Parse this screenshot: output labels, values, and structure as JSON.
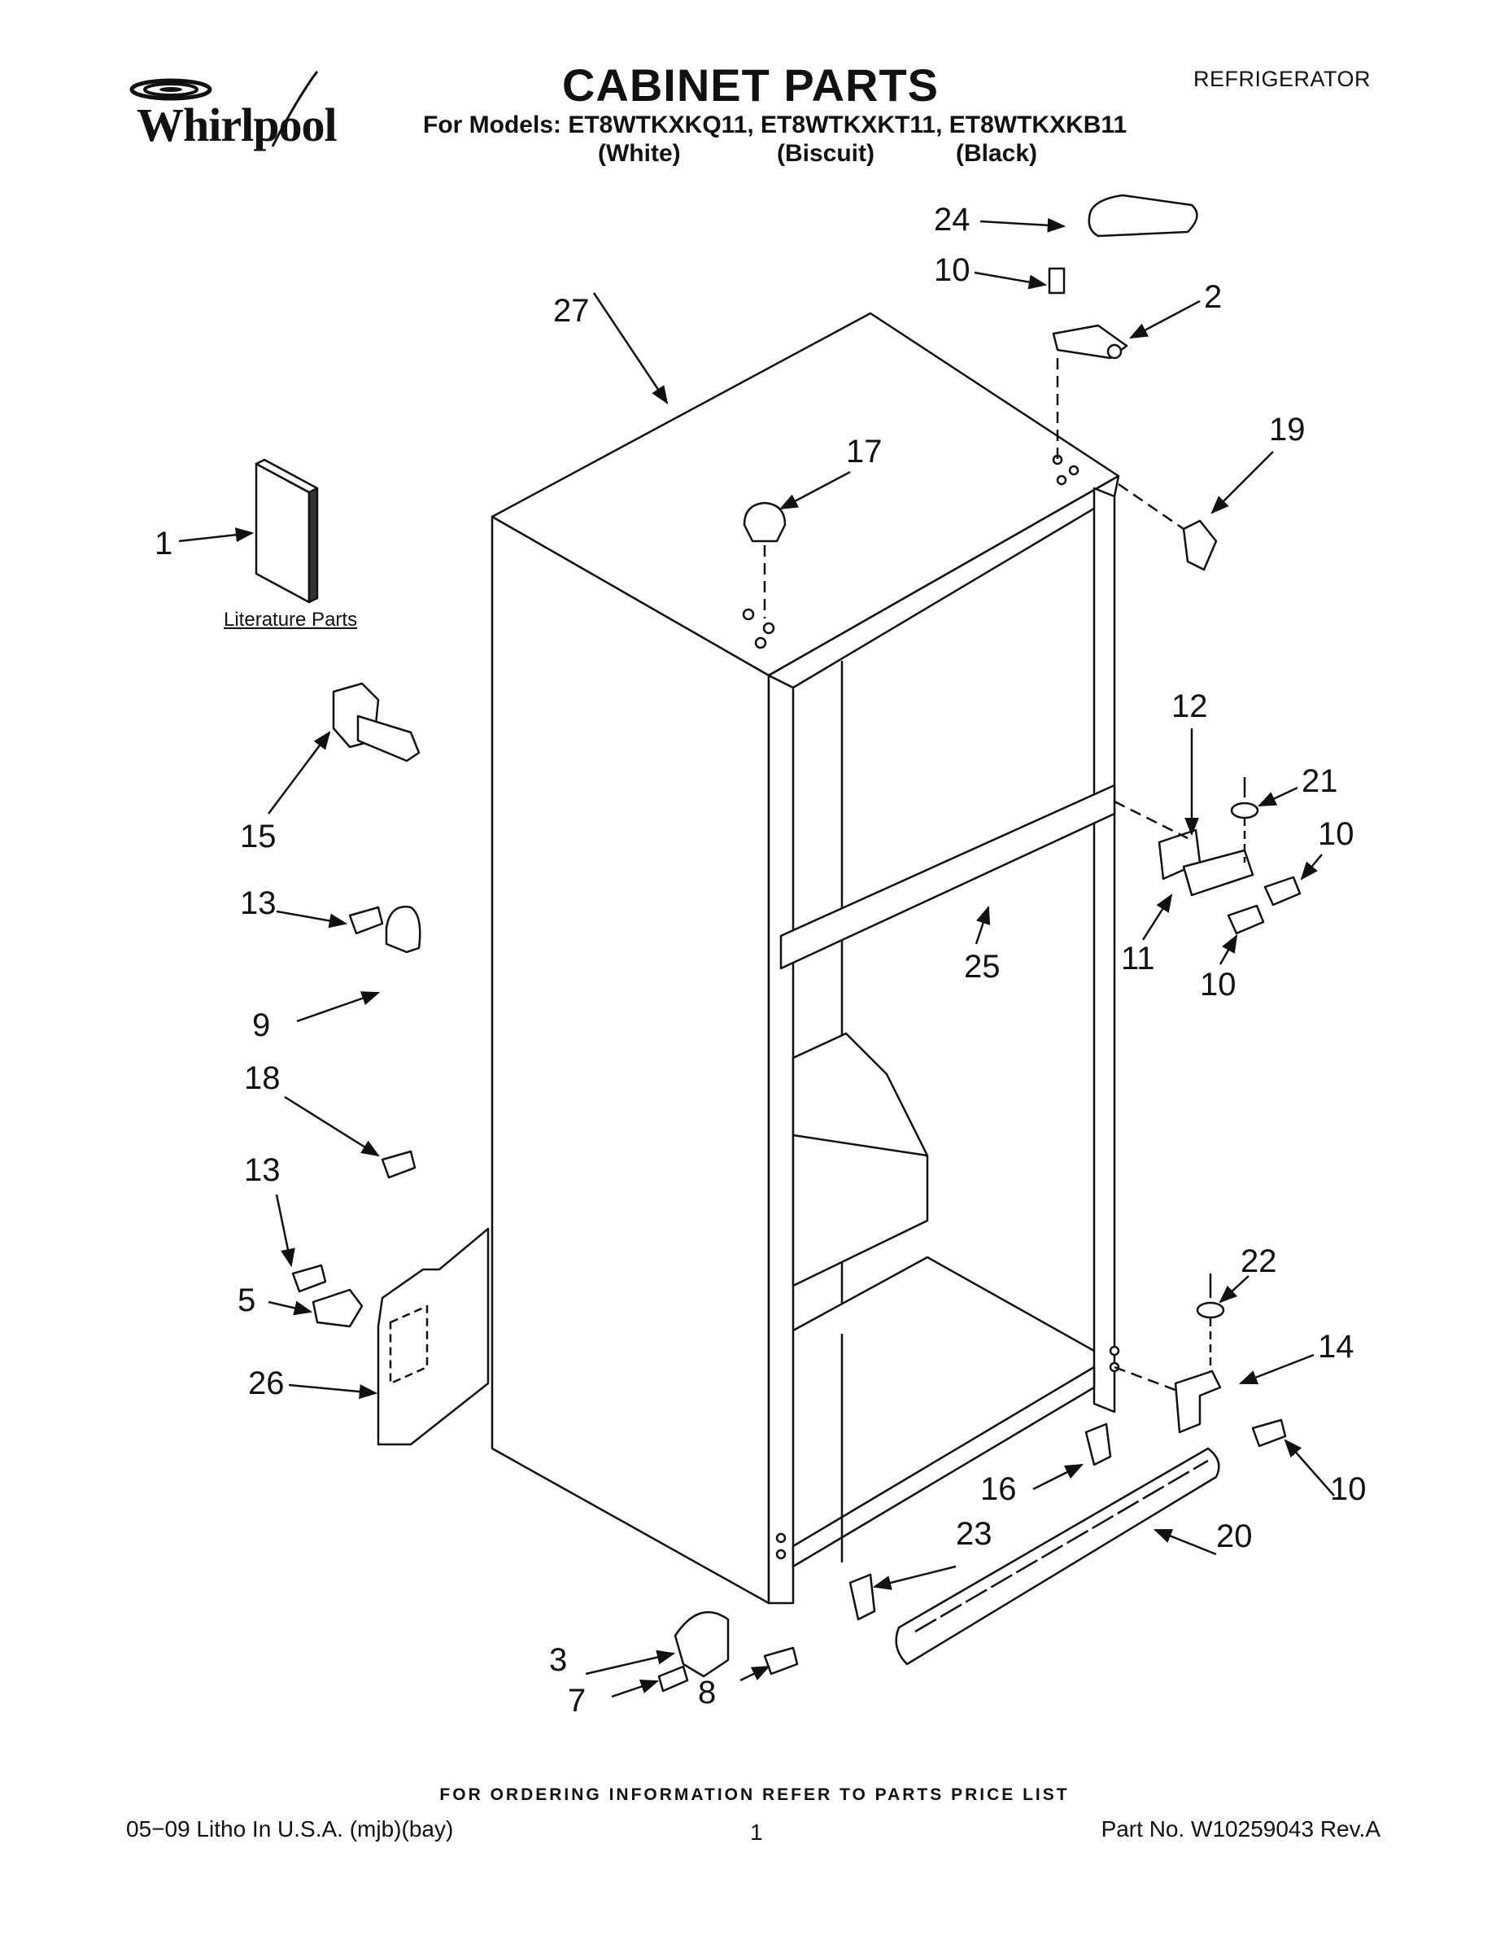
{
  "header": {
    "brand": "Whirlpool",
    "title": "CABINET PARTS",
    "category": "REFRIGERATOR",
    "models_line": "For Models: ET8WTKXKQ11, ET8WTKXKT11, ET8WTKXKB11",
    "colors": [
      "(White)",
      "(Biscuit)",
      "(Black)"
    ]
  },
  "diagram": {
    "literature_label": "Literature Parts",
    "callouts": [
      {
        "id": "c24",
        "label": "24"
      },
      {
        "id": "c10a",
        "label": "10"
      },
      {
        "id": "c2",
        "label": "2"
      },
      {
        "id": "c27",
        "label": "27"
      },
      {
        "id": "c19",
        "label": "19"
      },
      {
        "id": "c17",
        "label": "17"
      },
      {
        "id": "c1",
        "label": "1"
      },
      {
        "id": "c15",
        "label": "15"
      },
      {
        "id": "c12",
        "label": "12"
      },
      {
        "id": "c21",
        "label": "21"
      },
      {
        "id": "c10b",
        "label": "10"
      },
      {
        "id": "c11",
        "label": "11"
      },
      {
        "id": "c10c",
        "label": "10"
      },
      {
        "id": "c25",
        "label": "25"
      },
      {
        "id": "c13a",
        "label": "13"
      },
      {
        "id": "c9",
        "label": "9"
      },
      {
        "id": "c18",
        "label": "18"
      },
      {
        "id": "c13b",
        "label": "13"
      },
      {
        "id": "c5",
        "label": "5"
      },
      {
        "id": "c26",
        "label": "26"
      },
      {
        "id": "c22",
        "label": "22"
      },
      {
        "id": "c14",
        "label": "14"
      },
      {
        "id": "c10d",
        "label": "10"
      },
      {
        "id": "c16",
        "label": "16"
      },
      {
        "id": "c20",
        "label": "20"
      },
      {
        "id": "c23",
        "label": "23"
      },
      {
        "id": "c3",
        "label": "3"
      },
      {
        "id": "c7",
        "label": "7"
      },
      {
        "id": "c8",
        "label": "8"
      }
    ]
  },
  "footer": {
    "ordering": "FOR ORDERING INFORMATION REFER TO PARTS PRICE LIST",
    "litho": "05−09 Litho In U.S.A. (mjb)(bay)",
    "page": "1",
    "part_no": "Part No. W10259043 Rev.A"
  }
}
